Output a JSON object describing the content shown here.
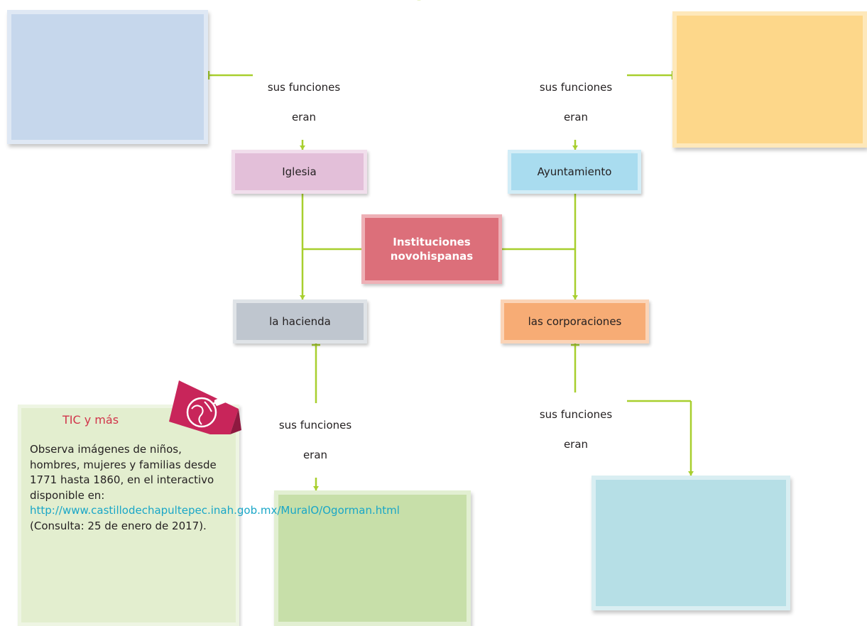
{
  "center_node": {
    "line1": "Instituciones",
    "line2": "novohispanas"
  },
  "nodes": {
    "iglesia": "Iglesia",
    "ayuntamiento": "Ayuntamiento",
    "hacienda": "la hacienda",
    "corporaciones": "las corporaciones"
  },
  "connector_label": {
    "line1": "sus funciones",
    "line2": "eran"
  },
  "tic_panel": {
    "title": "TIC y más",
    "text_before_link": "Observa imágenes de niños, hombres, mujeres y familias desde 1771 hasta 1860, en el interactivo disponible en: ",
    "link": "http://www.castillodechapultepec.inah.gob.mx/MuralO/Ogorman.html",
    "text_after_link": " (Consulta: 25 de enero de 2017)."
  },
  "colors": {
    "connector": "#a8cf2e",
    "tic_title": "#d1344a",
    "link": "#19a6c7",
    "badge": "#c8255a"
  },
  "icons": {
    "tic_badge": "globe-usb-icon"
  }
}
